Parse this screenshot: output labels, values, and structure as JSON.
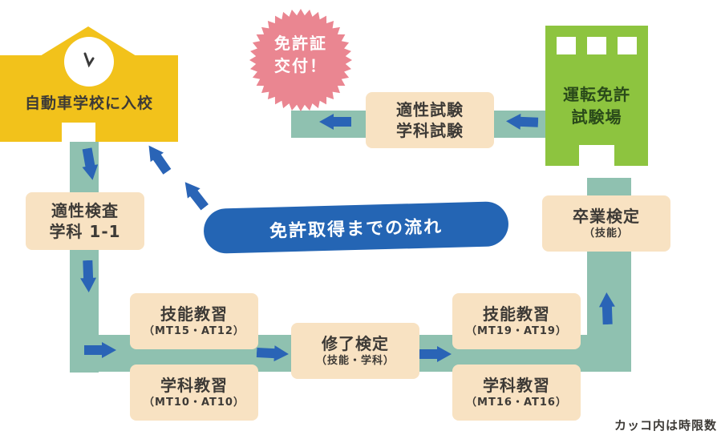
{
  "school": {
    "label": "自動車学校に入校"
  },
  "stamp": {
    "line1": "免許証",
    "line2": "交付！"
  },
  "center": {
    "line1": "運転免許",
    "line2": "試験場"
  },
  "title_banner": "免許取得までの流れ",
  "footnote": "カッコ内は時限数",
  "steps": {
    "aptitude": {
      "line1": "適性検査",
      "line2": "学科 1-1"
    },
    "skill1": {
      "title": "技能教習",
      "sub": "（MT15・AT12）"
    },
    "study1": {
      "title": "学科教習",
      "sub": "（MT10・AT10）"
    },
    "completion": {
      "title": "修了検定",
      "sub": "（技能・学科）"
    },
    "skill2": {
      "title": "技能教習",
      "sub": "（MT19・AT19）"
    },
    "study2": {
      "title": "学科教習",
      "sub": "（MT16・AT16）"
    },
    "graduation": {
      "title": "卒業検定",
      "sub": "（技能）"
    },
    "exam": {
      "line1": "適性試験",
      "line2": "学科試験"
    }
  },
  "colors": {
    "path": "#8fc1b0",
    "box": "#f8e2c2",
    "arrow": "#2a64b6",
    "school": "#f2c21b",
    "center": "#8dc43f",
    "stamp": "#ea8691",
    "banner": "#2465b4"
  }
}
